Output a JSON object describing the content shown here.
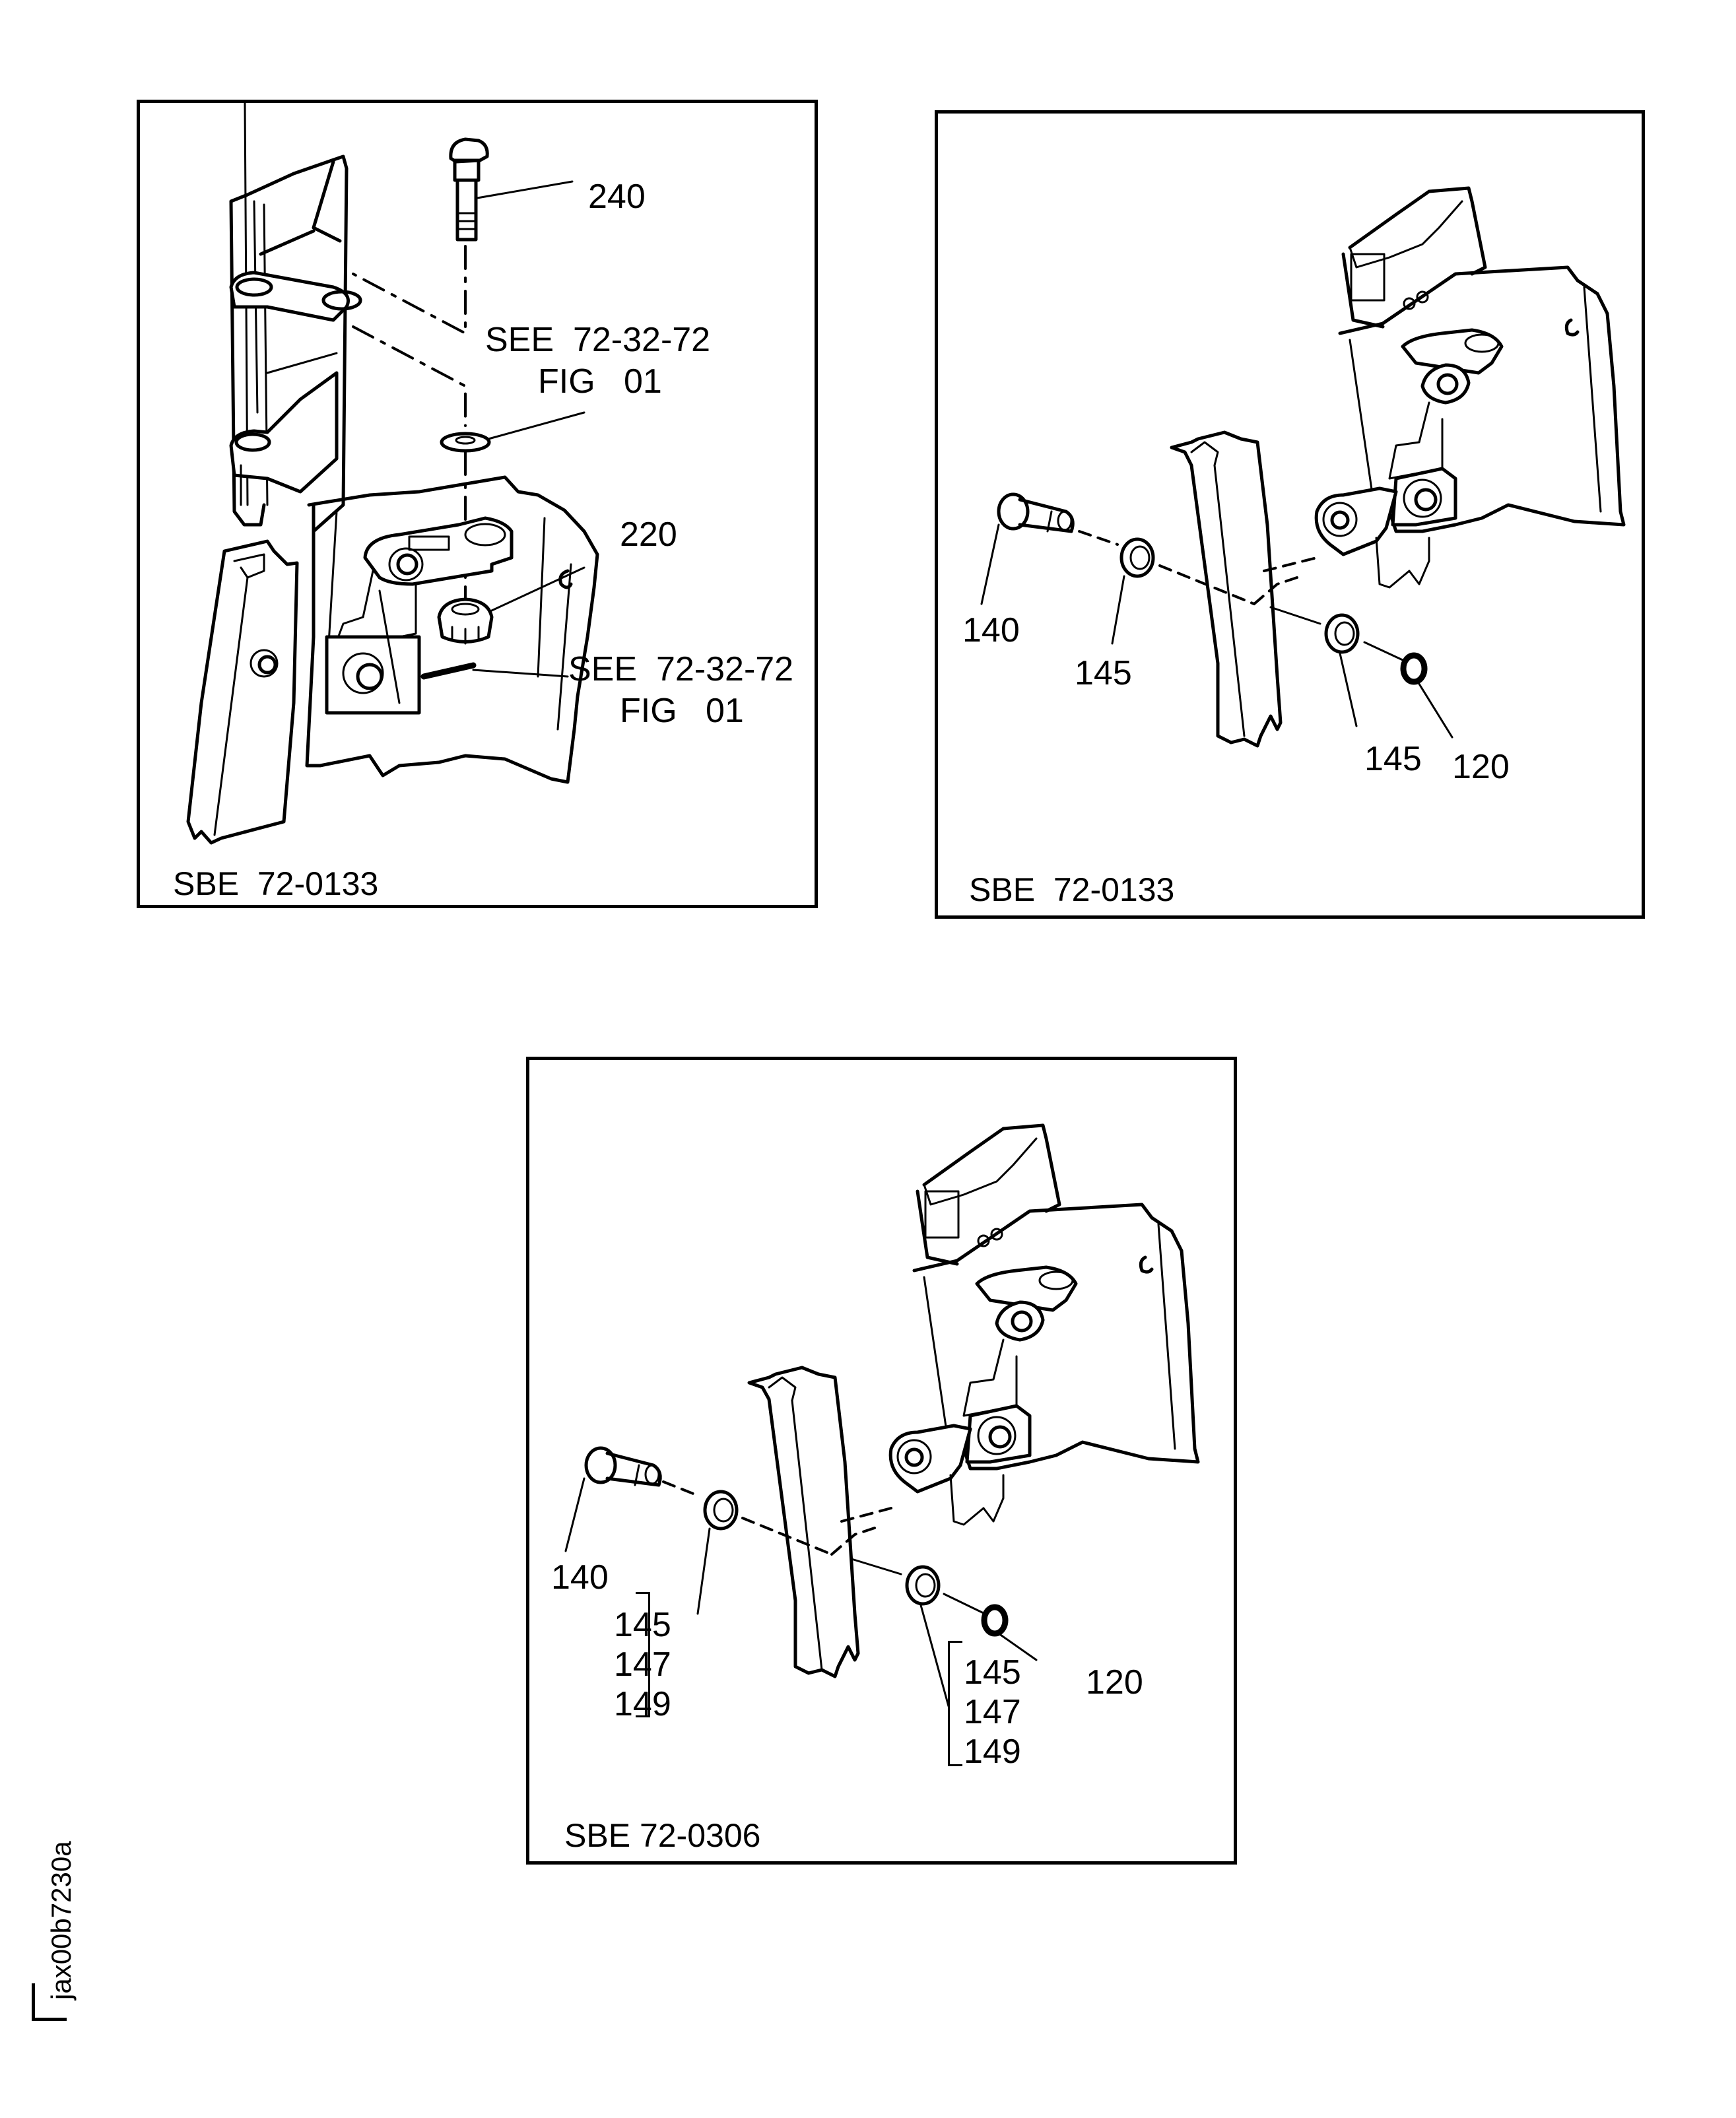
{
  "document_id": "jax00b7230a",
  "figures": [
    {
      "caption": "SBE  72-0133",
      "callouts": {
        "bolt": "240",
        "nut": "220",
        "ref_upper_line1": "SEE  72-32-72",
        "ref_upper_line2": "FIG   01",
        "ref_lower_line1": "SEE  72-32-72",
        "ref_lower_line2": "FIG   01"
      }
    },
    {
      "caption": "SBE  72-0133",
      "callouts": {
        "bolt": "140",
        "bushing_left": "145",
        "bushing_right": "145",
        "clip": "120"
      }
    },
    {
      "caption": "SBE 72-0306",
      "callouts": {
        "bolt": "140",
        "bushing_left_group": [
          "145",
          "147",
          "149"
        ],
        "bushing_right_group": [
          "145",
          "147",
          "149"
        ],
        "clip": "120"
      }
    }
  ]
}
